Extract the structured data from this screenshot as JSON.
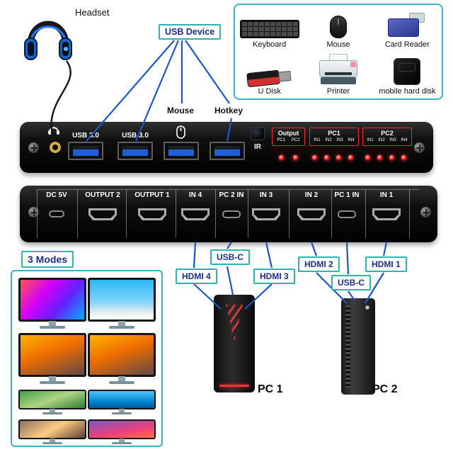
{
  "headset": {
    "label": "Headset"
  },
  "usb_device": {
    "label": "USB Device"
  },
  "peripherals": {
    "items": [
      {
        "label": "Keyboard",
        "icon": "keyboard-icon"
      },
      {
        "label": "Mouse",
        "icon": "mouse-icon"
      },
      {
        "label": "Card Reader",
        "icon": "card-reader-icon"
      },
      {
        "label": "U Disk",
        "icon": "usb-flash-drive-icon"
      },
      {
        "label": "Printer",
        "icon": "printer-icon"
      },
      {
        "label": "mobile hard disk",
        "icon": "mobile-hard-disk-icon"
      }
    ]
  },
  "front_panel": {
    "mouse_label": "Mouse",
    "hotkey_label": "Hotkey",
    "usb30_label_left": "USB 3.0",
    "usb30_label_right": "USB 3.0",
    "ir_label": "IR",
    "groups": [
      {
        "title": "Output",
        "channels": [
          "PC1",
          "PC2"
        ]
      },
      {
        "title": "PC1",
        "channels": [
          "IN1",
          "IN2",
          "IN3",
          "IN4"
        ]
      },
      {
        "title": "PC2",
        "channels": [
          "IN1",
          "IN2",
          "IN3",
          "IN4"
        ]
      }
    ]
  },
  "back_panel": {
    "ports": [
      {
        "label": "DC 5V",
        "type": "usb-c"
      },
      {
        "label": "OUTPUT 2",
        "type": "hdmi"
      },
      {
        "label": "OUTPUT 1",
        "type": "hdmi"
      },
      {
        "label": "IN 4",
        "type": "hdmi"
      },
      {
        "label": "PC 2 IN",
        "type": "usb-c"
      },
      {
        "label": "IN 3",
        "type": "hdmi"
      },
      {
        "label": "IN 2",
        "type": "hdmi"
      },
      {
        "label": "PC 1 IN",
        "type": "usb-c"
      },
      {
        "label": "IN 1",
        "type": "hdmi"
      }
    ]
  },
  "cable_labels": {
    "hdmi4": "HDMI 4",
    "usbc_top": "USB-C",
    "hdmi3": "HDMI 3",
    "hdmi2": "HDMI 2",
    "usbc_bottom": "USB-C",
    "hdmi1": "HDMI 1"
  },
  "modes": {
    "label": "3 Modes"
  },
  "computers": {
    "pc1": "PC 1",
    "pc2": "PC 2"
  },
  "colors": {
    "accent_teal": "#2fb3b0",
    "box_blue": "#3fb0c9",
    "label_navy": "#1c2e8a",
    "cable_blue": "#1b57c9",
    "led_red": "#ff2020",
    "usb_blue": "#1e5ed6",
    "panel_black": "#101010"
  }
}
